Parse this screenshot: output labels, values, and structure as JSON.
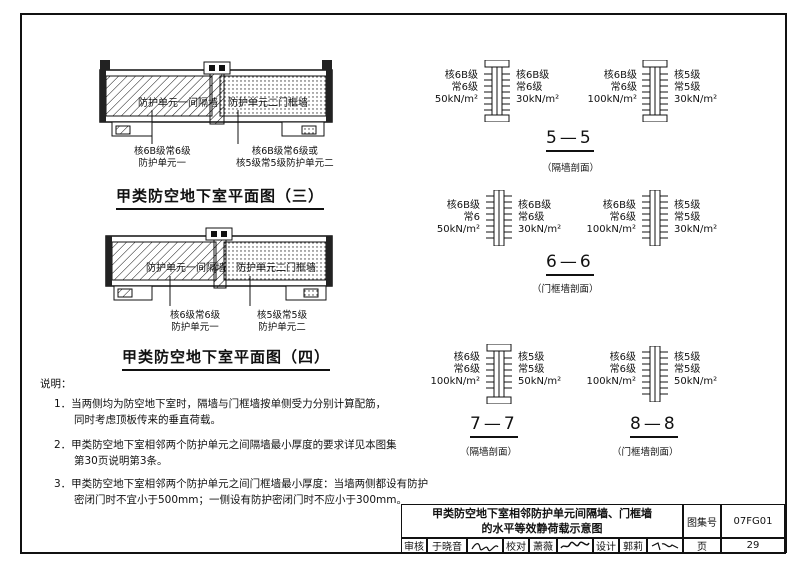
{
  "plan3": {
    "unit1_label": "防护单元一间隔墙",
    "unit2_label": "防护单元二门框墙",
    "left_callout": [
      "核6B级常6级",
      "防护单元一"
    ],
    "right_callout": [
      "核6B级常6级或",
      "核5级常5级防护单元二"
    ],
    "title": "甲类防空地下室平面图（三）"
  },
  "plan4": {
    "unit1_label": "防护单元一间隔墙",
    "unit2_label": "防护单元二门框墙",
    "left_callout": [
      "核6级常6级",
      "防护单元一"
    ],
    "right_callout": [
      "核5级常5级",
      "防护单元二"
    ],
    "title": "甲类防空地下室平面图（四）"
  },
  "notes": {
    "heading": "说明：",
    "items": [
      [
        "1．当两侧均为防空地下室时，隔墙与门框墙按单侧受力分别计算配筋，",
        "同时考虑顶板传来的垂直荷载。"
      ],
      [
        "2．甲类防空地下室相邻两个防护单元之间隔墙最小厚度的要求详见本图集",
        "第30页说明第3条。"
      ],
      [
        "3．甲类防空地下室相邻两个防护单元之间门框墙最小厚度：当墙两侧都设有防护",
        "密闭门时不宜小于500mm；一侧设有防护密闭门时不应小于300mm。"
      ]
    ]
  },
  "sections": [
    {
      "name": "5—5",
      "caption": "（隔墙剖面）",
      "left_pair": {
        "left": [
          "核6B级",
          "常6级",
          "50kN/m²"
        ],
        "right": [
          "核6B级",
          "常6级",
          "30kN/m²"
        ]
      },
      "right_pair": {
        "left": [
          "核6B级",
          "常6级",
          "100kN/m²"
        ],
        "right": [
          "核5级",
          "常5级",
          "30kN/m²"
        ]
      }
    },
    {
      "name": "6—6",
      "caption": "（门框墙剖面）",
      "left_pair": {
        "left": [
          "核6B级",
          "常6",
          "50kN/m²"
        ],
        "right": [
          "核6B级",
          "常6级",
          "30kN/m²"
        ]
      },
      "right_pair": {
        "left": [
          "核6B级",
          "常6级",
          "100kN/m²"
        ],
        "right": [
          "核5级",
          "常5级",
          "30kN/m²"
        ]
      }
    },
    {
      "name": "7—7",
      "caption": "（隔墙剖面）",
      "pair": {
        "left": [
          "核6级",
          "常6级",
          "100kN/m²"
        ],
        "right": [
          "核5级",
          "常5级",
          "50kN/m²"
        ]
      }
    },
    {
      "name": "8—8",
      "caption": "（门框墙剖面）",
      "pair": {
        "left": [
          "核6级",
          "常6级",
          "100kN/m²"
        ],
        "right": [
          "核5级",
          "常5级",
          "50kN/m²"
        ]
      }
    }
  ],
  "title_block": {
    "title_line1": "甲类防空地下室相邻防护单元间隔墙、门框墙",
    "title_line2": "的水平等效静荷载示意图",
    "atlas_label": "图集号",
    "atlas_no": "07FG01",
    "page_label": "页",
    "page_no": "29",
    "review_label": "审核",
    "review_name": "于晓音",
    "check_label": "校对",
    "check_name": "萧薇",
    "design_label": "设计",
    "design_name": "郭莉"
  }
}
